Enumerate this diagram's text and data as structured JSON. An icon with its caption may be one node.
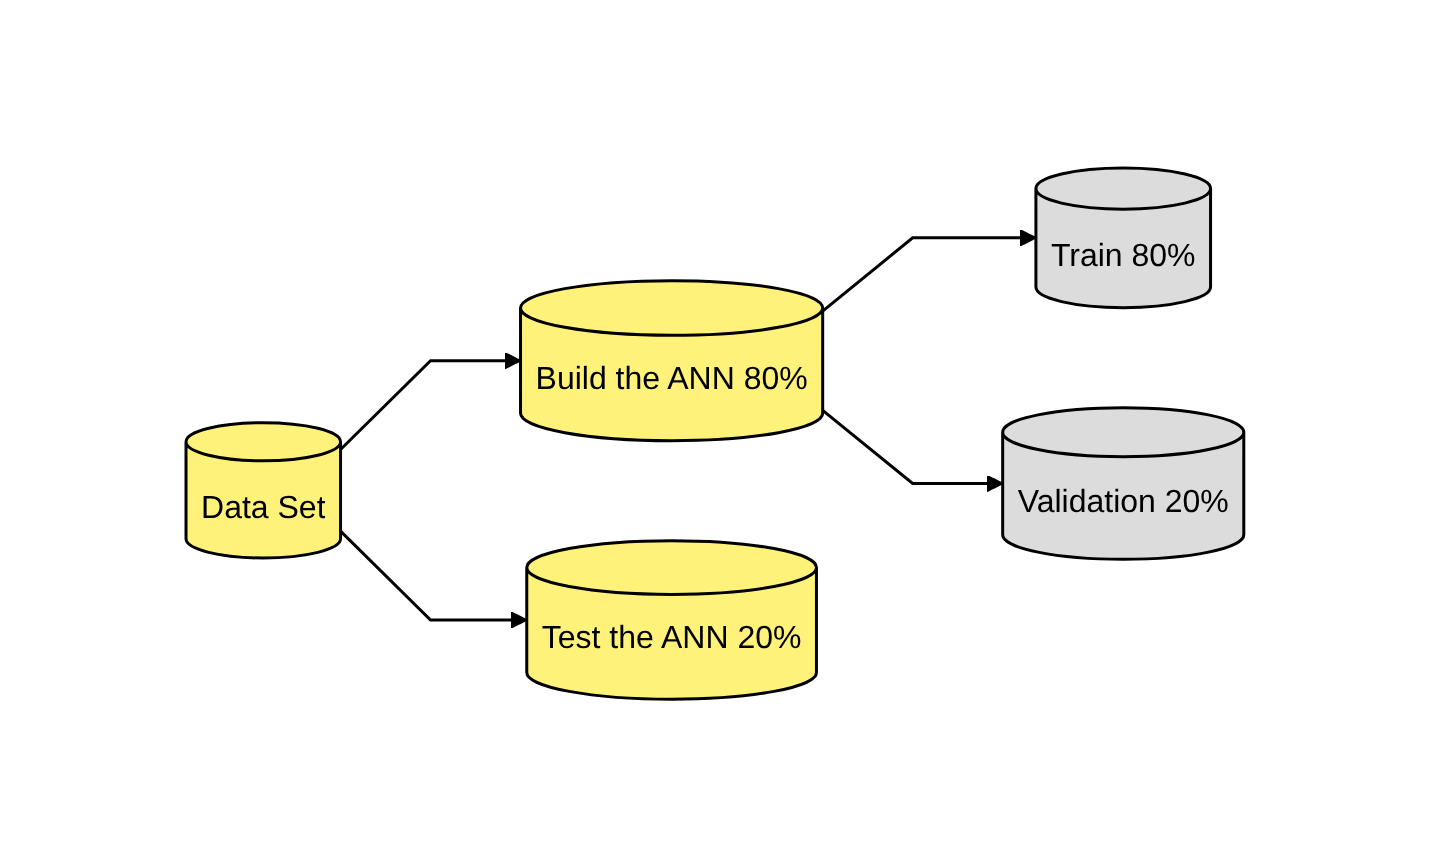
{
  "diagram": {
    "nodes": [
      {
        "text": [
          "Data Set"
        ]
      },
      {
        "text": [
          "Build the ANN 80%"
        ]
      },
      {
        "text": [
          "Test the ANN 20%"
        ]
      },
      {
        "text": [
          "Train 80%"
        ]
      },
      {
        "text": [
          "Validation 20%"
        ]
      }
    ],
    "edges": [
      {
        "from": 0,
        "to": 1,
        "arrow": "to"
      },
      {
        "from": 0,
        "to": 2,
        "arrow": "to"
      },
      {
        "from": 1,
        "to": 3,
        "arrow": "to"
      },
      {
        "from": 1,
        "to": 4,
        "arrow": "to"
      }
    ]
  }
}
